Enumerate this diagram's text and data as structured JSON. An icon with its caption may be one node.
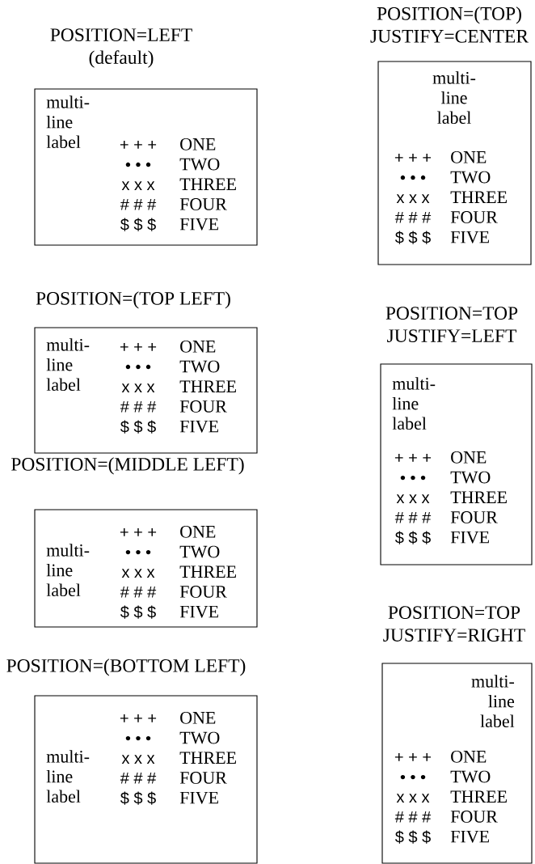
{
  "diagram": {
    "nodes": [
      {
        "text": [
          "POSITION=LEFT (default)",
          "multi- line label",
          "+ + +",
          "ONE",
          "• • •",
          "TWO",
          "x x x",
          "THREE",
          "# # #",
          "FOUR",
          "$ $ $",
          "FIVE"
        ]
      },
      {
        "text": [
          "POSITION=(TOP LEFT)",
          "multi- line label",
          "+ + +",
          "ONE",
          "• • •",
          "TWO",
          "x x x",
          "THREE",
          "# # #",
          "FOUR",
          "$ $ $",
          "FIVE"
        ]
      },
      {
        "text": [
          "POSITION=(MIDDLE LEFT)",
          "multi- line label",
          "+ + +",
          "ONE",
          "• • •",
          "TWO",
          "x x x",
          "THREE",
          "# # #",
          "FOUR",
          "$ $ $",
          "FIVE"
        ]
      },
      {
        "text": [
          "POSITION=(BOTTOM LEFT)",
          "multi- line label",
          "+ + +",
          "ONE",
          "• • •",
          "TWO",
          "x x x",
          "THREE",
          "# # #",
          "FOUR",
          "$ $ $",
          "FIVE"
        ]
      },
      {
        "text": [
          "POSITION=(TOP) JUSTIFY=CENTER",
          "multi- line label",
          "+ + +",
          "ONE",
          "• • •",
          "TWO",
          "x x x",
          "THREE",
          "# # #",
          "FOUR",
          "$ $ $",
          "FIVE"
        ]
      },
      {
        "text": [
          "POSITION=TOP JUSTIFY=LEFT",
          "multi- line label",
          "+ + +",
          "ONE",
          "• • •",
          "TWO",
          "x x x",
          "THREE",
          "# # #",
          "FOUR",
          "$ $ $",
          "FIVE"
        ]
      },
      {
        "text": [
          "POSITION=TOP JUSTIFY=RIGHT",
          "multi- line label",
          "+ + +",
          "ONE",
          "• • •",
          "TWO",
          "x x x",
          "THREE",
          "# # #",
          "FOUR",
          "$ $ $",
          "FIVE"
        ]
      }
    ]
  }
}
